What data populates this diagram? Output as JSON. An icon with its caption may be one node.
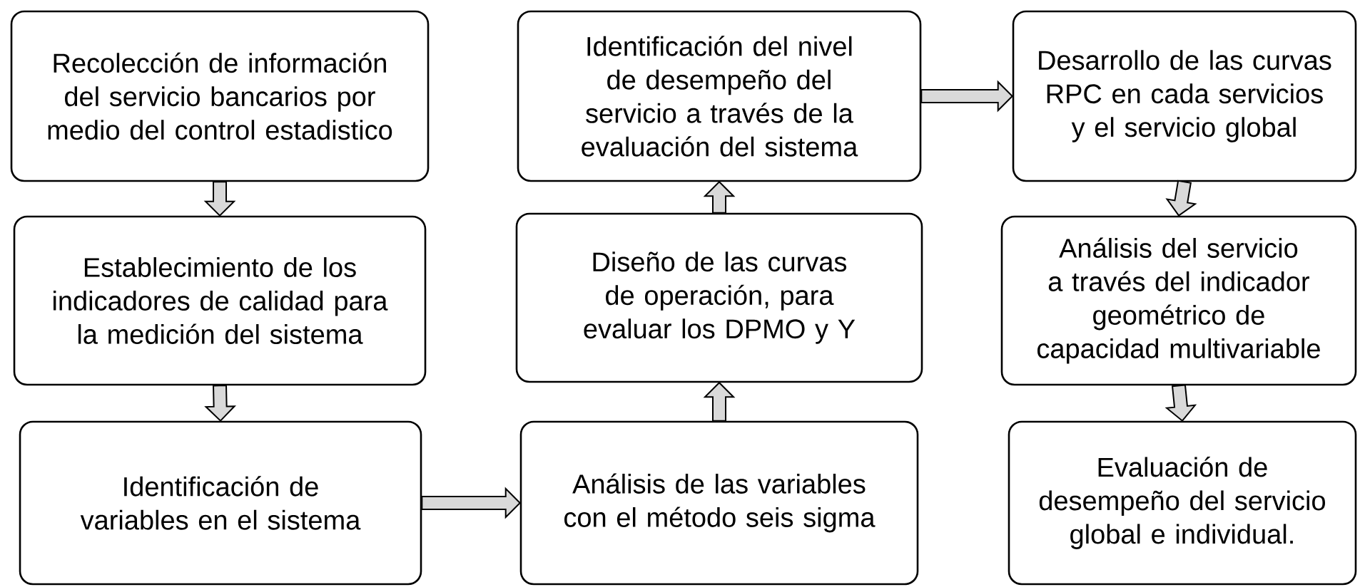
{
  "diagram": {
    "nodes": [
      {
        "text": [
          "Recolección de información del servicio bancarios por medio del control estadistico"
        ]
      },
      {
        "text": [
          "Establecimiento de los indicadores de calidad para la medición del sistema"
        ]
      },
      {
        "text": [
          "Identificación de variables en el sistema"
        ]
      },
      {
        "text": [
          "Análisis de las variables con el método seis sigma"
        ]
      },
      {
        "text": [
          "Diseño de las curvas de operación, para evaluar los DPMO y Y"
        ]
      },
      {
        "text": [
          "Identificación del nivel de desempeño del servicio a través de la evaluación del sistema"
        ]
      },
      {
        "text": [
          "Desarrollo de las curvas RPC en cada servicios y el servicio global"
        ]
      },
      {
        "text": [
          "Análisis del servicio a través del indicador geométrico de capacidad multivariable"
        ]
      },
      {
        "text": [
          "Evaluación de desempeño del servicio global e individual."
        ]
      }
    ],
    "edges": [
      {
        "from": 0,
        "to": 1,
        "arrow": "to"
      },
      {
        "from": 1,
        "to": 2,
        "arrow": "to"
      },
      {
        "from": 2,
        "to": 3,
        "arrow": "to"
      },
      {
        "from": 3,
        "to": 4,
        "arrow": "to"
      },
      {
        "from": 4,
        "to": 5,
        "arrow": "to"
      },
      {
        "from": 5,
        "to": 6,
        "arrow": "to"
      },
      {
        "from": 6,
        "to": 7,
        "arrow": "to"
      },
      {
        "from": 7,
        "to": 8,
        "arrow": "to"
      }
    ]
  }
}
